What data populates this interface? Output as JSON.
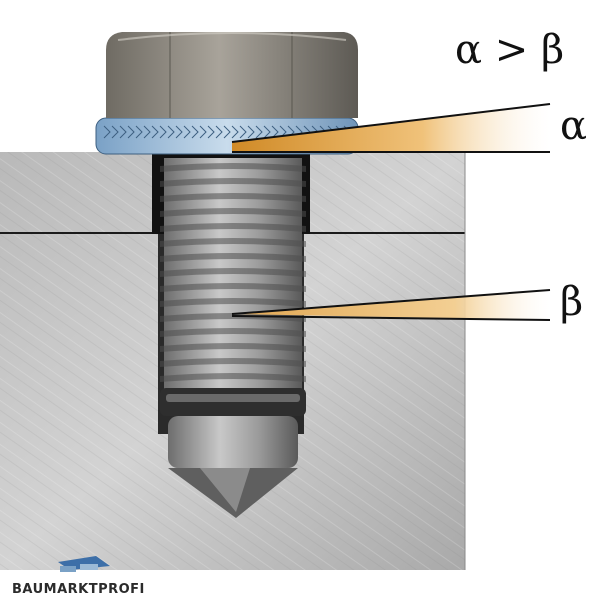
{
  "diagram": {
    "formula": "α > β",
    "labels": {
      "alpha": "α",
      "beta": "β"
    },
    "brand": "BAUMARKTPROFI",
    "colors": {
      "highlight": "#E8B25A",
      "washer": "#8FB6D8",
      "steel": "#A8A8A8",
      "bolt_head": "#8E8A82"
    }
  }
}
